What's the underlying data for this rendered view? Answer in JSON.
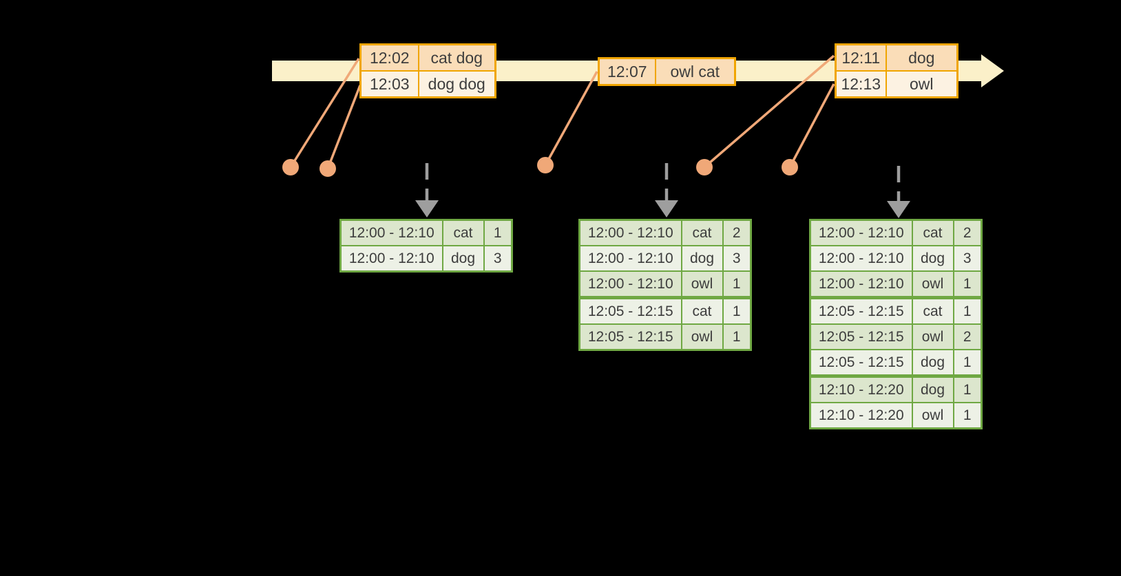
{
  "colors": {
    "background": "#000000",
    "timeline_fill": "#FBF0C9",
    "event_border": "#F0A500",
    "event_row_dark": "#FADDB8",
    "event_row_light": "#FCF2E2",
    "marker": "#F0A878",
    "trigger_arrow": "#9E9E9E",
    "result_border": "#6FA843",
    "result_row_dark": "#DCE6CD",
    "result_row_light": "#EDF1E6",
    "text": "#3D3D3D"
  },
  "event_tables": [
    {
      "name": "events-batch-1",
      "rows": [
        {
          "time": "12:02",
          "words": "cat dog"
        },
        {
          "time": "12:03",
          "words": "dog dog"
        }
      ]
    },
    {
      "name": "events-batch-2",
      "rows": [
        {
          "time": "12:07",
          "words": "owl cat"
        }
      ]
    },
    {
      "name": "events-batch-3",
      "rows": [
        {
          "time": "12:11",
          "words": "dog"
        },
        {
          "time": "12:13",
          "words": "owl"
        }
      ]
    }
  ],
  "result_tables": [
    {
      "name": "result-after-trigger-1",
      "rows": [
        {
          "window": "12:00 - 12:10",
          "word": "cat",
          "count": "1"
        },
        {
          "window": "12:00 - 12:10",
          "word": "dog",
          "count": "3"
        }
      ]
    },
    {
      "name": "result-after-trigger-2",
      "rows": [
        {
          "window": "12:00 - 12:10",
          "word": "cat",
          "count": "2"
        },
        {
          "window": "12:00 - 12:10",
          "word": "dog",
          "count": "3"
        },
        {
          "window": "12:00 - 12:10",
          "word": "owl",
          "count": "1"
        },
        {
          "window": "12:05 - 12:15",
          "word": "cat",
          "count": "1"
        },
        {
          "window": "12:05 - 12:15",
          "word": "owl",
          "count": "1"
        }
      ]
    },
    {
      "name": "result-after-trigger-3",
      "rows": [
        {
          "window": "12:00 - 12:10",
          "word": "cat",
          "count": "2"
        },
        {
          "window": "12:00 - 12:10",
          "word": "dog",
          "count": "3"
        },
        {
          "window": "12:00 - 12:10",
          "word": "owl",
          "count": "1"
        },
        {
          "window": "12:05 - 12:15",
          "word": "cat",
          "count": "1"
        },
        {
          "window": "12:05 - 12:15",
          "word": "owl",
          "count": "2"
        },
        {
          "window": "12:05 - 12:15",
          "word": "dog",
          "count": "1"
        },
        {
          "window": "12:10 - 12:20",
          "word": "dog",
          "count": "1"
        },
        {
          "window": "12:10 - 12:20",
          "word": "owl",
          "count": "1"
        }
      ]
    }
  ]
}
